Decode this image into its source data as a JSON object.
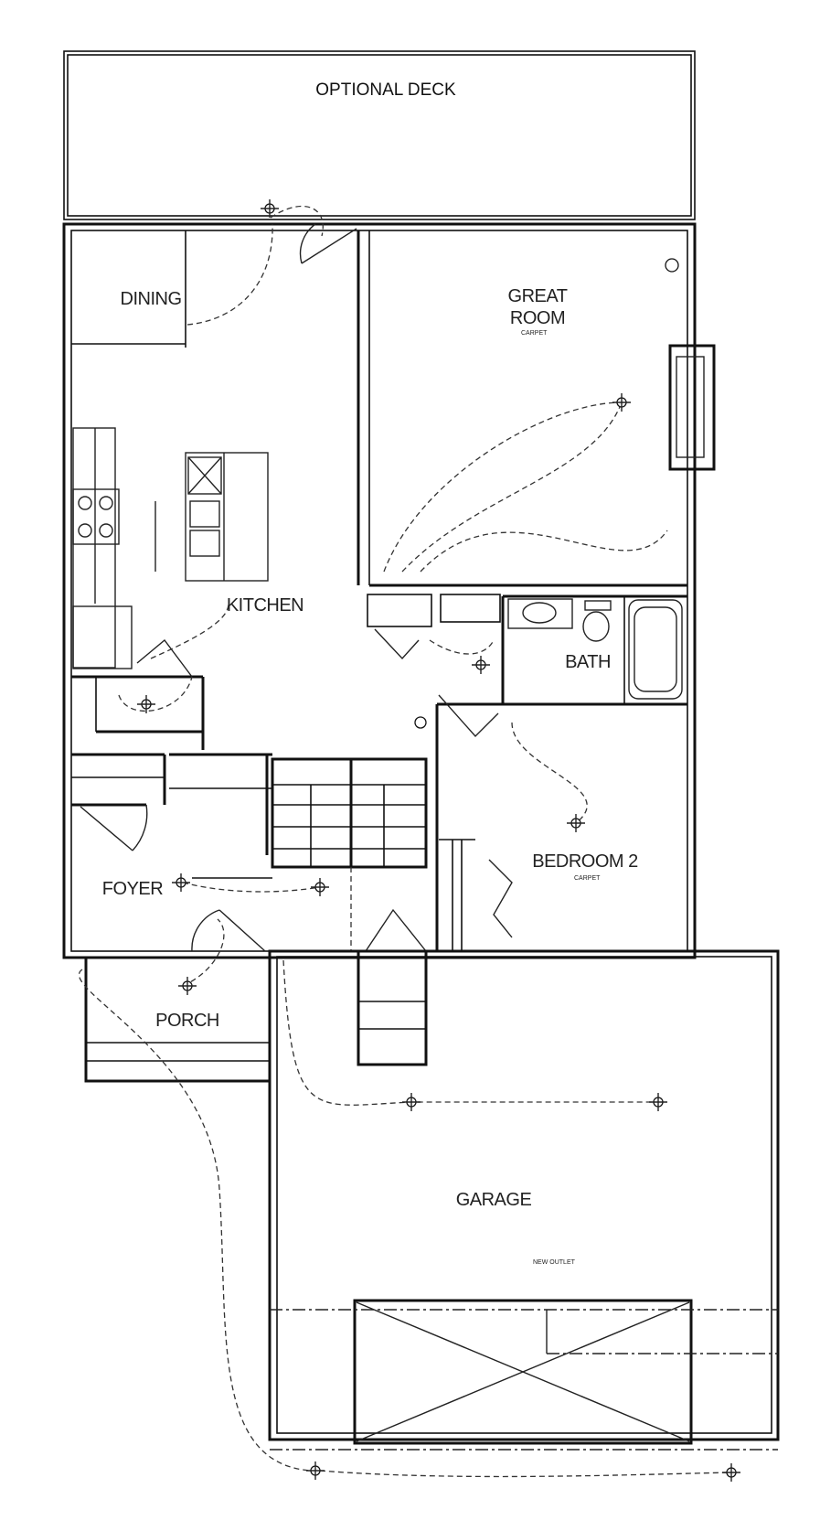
{
  "rooms": {
    "deck": "OPTIONAL DECK",
    "dining": "DINING",
    "great_room_line1": "GREAT",
    "great_room_line2": "ROOM",
    "kitchen": "KITCHEN",
    "foyer": "FOYER",
    "porch": "PORCH",
    "bath": "BATH",
    "bedroom2": "BEDROOM 2",
    "garage": "GARAGE"
  },
  "finishes": {
    "great_room": "CARPET",
    "bedroom2": "CARPET",
    "garage_note": "NEW OUTLET"
  },
  "icons": [
    "light-fixture-icon",
    "toilet-icon",
    "bathtub-icon",
    "range-icon",
    "sink-icon"
  ]
}
